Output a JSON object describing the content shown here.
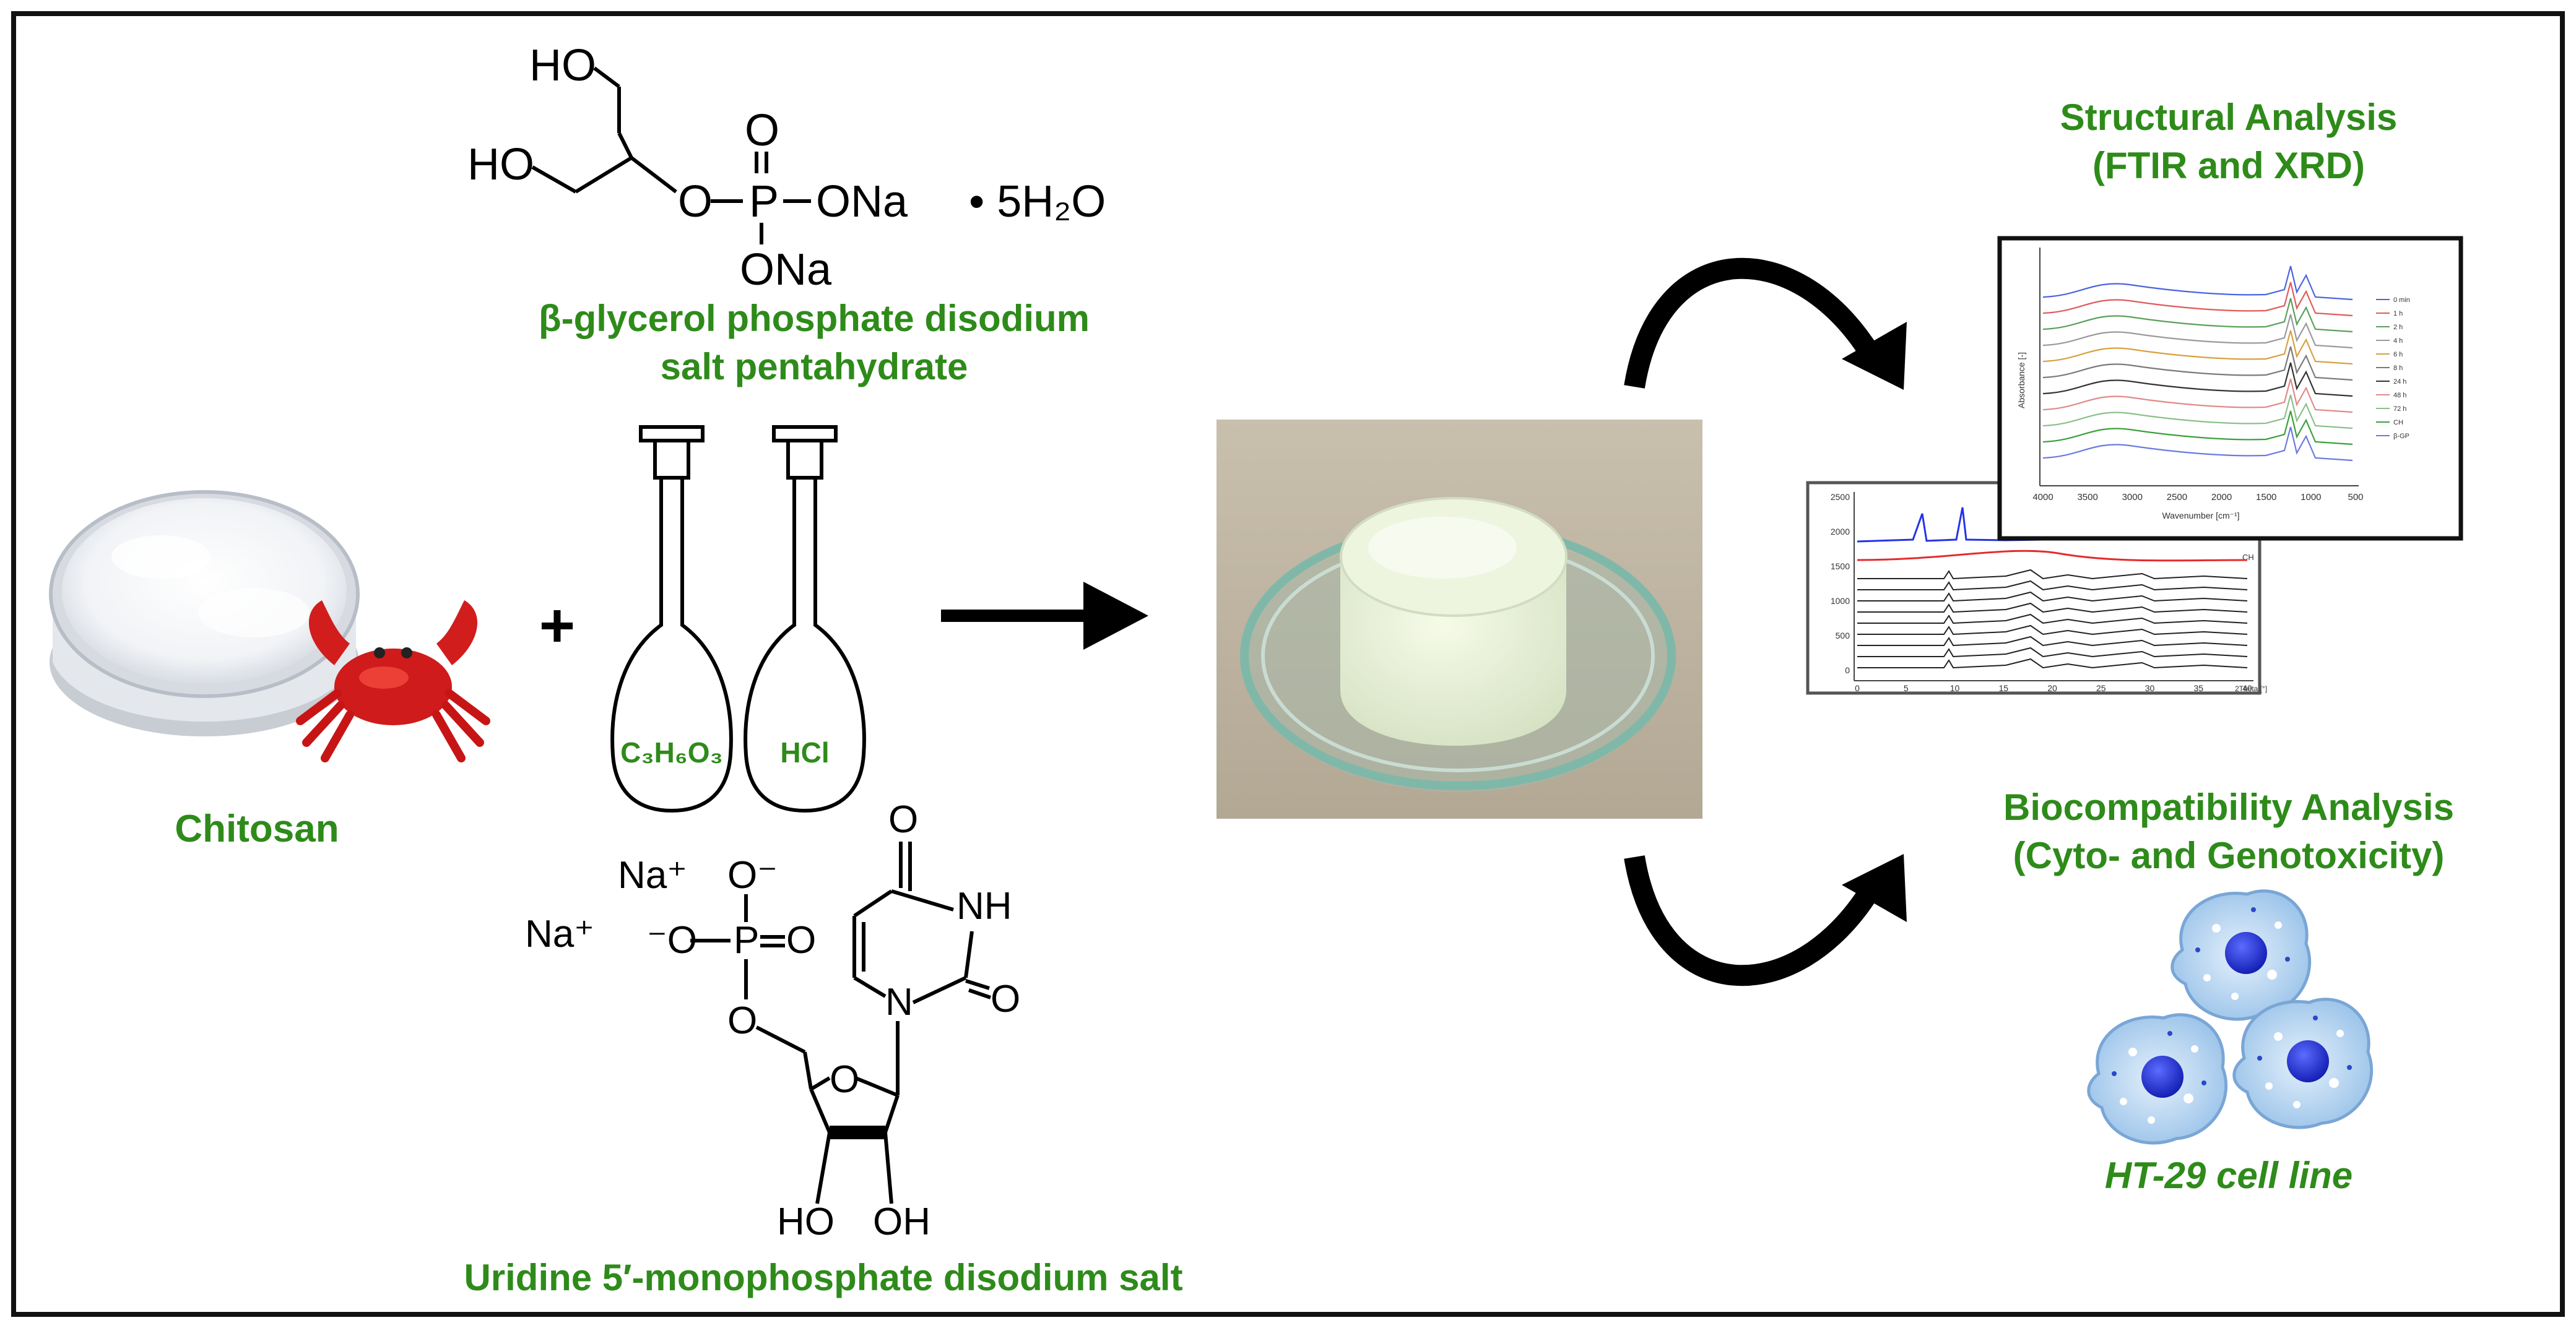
{
  "colors": {
    "label_green": "#2e8b1a",
    "frame": "#111111",
    "cell_body": "#a8cdee",
    "nucleus": "#1f2ed8"
  },
  "chitosan": {
    "label": "Chitosan"
  },
  "plus": "+",
  "glycerol": {
    "name_line1": "β-glycerol phosphate disodium",
    "name_line2": "salt pentahydrate",
    "atoms": {
      "ho_top": "HO",
      "ho_left": "HO",
      "o_ester": "O",
      "p": "P",
      "o_double": "O",
      "ona_right": "ONa",
      "ona_bottom": "ONa",
      "hydrate": "• 5H₂O"
    }
  },
  "flasks": {
    "left_label": "C₃H₆O₃",
    "right_label": "HCl"
  },
  "ump": {
    "name": "Uridine 5′-monophosphate disodium salt",
    "atoms": {
      "na1": "Na⁺",
      "na2": "Na⁺",
      "o_minus_top": "O⁻",
      "o_minus_left": "⁻O",
      "p": "P",
      "o_double": "O",
      "o_link": "O",
      "o_ring": "O",
      "n1": "N",
      "nh": "NH",
      "o_top": "O",
      "o_right": "O",
      "ho": "HO",
      "oh": "OH"
    }
  },
  "structural": {
    "title_line1": "Structural Analysis",
    "title_line2": "(FTIR and XRD)",
    "ftir": {
      "ylabel": "Absorbance [-]",
      "xlabel": "Wavenumber [cm⁻¹]",
      "ticks": [
        "4000",
        "3500",
        "3000",
        "2500",
        "2000",
        "1500",
        "1000",
        "500"
      ],
      "legend": [
        "0 min",
        "1 h",
        "2 h",
        "4 h",
        "6 h",
        "8 h",
        "24 h",
        "48 h",
        "72 h",
        "CH",
        "β-GP"
      ]
    },
    "xrd": {
      "yticks": [
        "2500",
        "2000",
        "1500",
        "1000",
        "500",
        "0"
      ],
      "xticks": [
        "0",
        "5",
        "10",
        "15",
        "20",
        "25",
        "30",
        "35",
        "40"
      ],
      "xlabel": "2Theta [°]",
      "tag": "CH"
    }
  },
  "bio": {
    "title_line1": "Biocompatibility Analysis",
    "title_line2": "(Cyto- and Genotoxicity)",
    "cell_line": "HT-29 cell line"
  }
}
